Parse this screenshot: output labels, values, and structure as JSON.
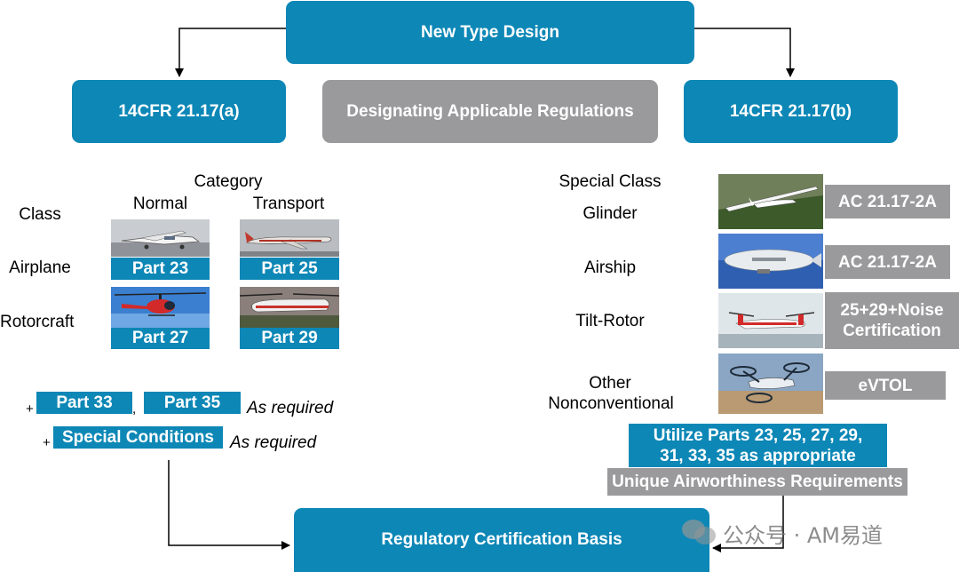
{
  "boxes": {
    "new_type_design": "New Type Design",
    "cfr_a": "14CFR 21.17(a)",
    "designating": "Designating Applicable Regulations",
    "cfr_b": "14CFR 21.17(b)",
    "regulatory_basis": "Regulatory Certification Basis"
  },
  "left": {
    "category": "Category",
    "normal": "Normal",
    "transport": "Transport",
    "class": "Class",
    "airplane": "Airplane",
    "rotorcraft": "Rotorcraft",
    "parts": {
      "p23": "Part 23",
      "p25": "Part 25",
      "p27": "Part 27",
      "p29": "Part 29",
      "p33": "Part 33",
      "p35": "Part 35"
    },
    "special_conditions": "Special Conditions",
    "as_required_1": "As required",
    "as_required_2": "As required",
    "plus_1": "+",
    "comma": ",",
    "plus_2": "+"
  },
  "right": {
    "special_class": "Special Class",
    "glider": "Glinder",
    "airship": "Airship",
    "tilt_rotor": "Tilt-Rotor",
    "other": "Other",
    "nonconventional": "Nonconventional",
    "ac_glider": "AC 21.17-2A",
    "ac_airship": "AC 21.17-2A",
    "tilt_line1": "25+29+Noise",
    "tilt_line2": "Certification",
    "evtol": "eVTOL",
    "utilize_line1": "Utilize Parts 23, 25, 27, 29,",
    "utilize_line2": "31, 33, 35 as appropriate",
    "unique": "Unique Airworthiness Requirements"
  },
  "watermark": "公众号 · AM易道",
  "colors": {
    "teal": "#0d87b6",
    "gray": "#9a9a9c"
  }
}
